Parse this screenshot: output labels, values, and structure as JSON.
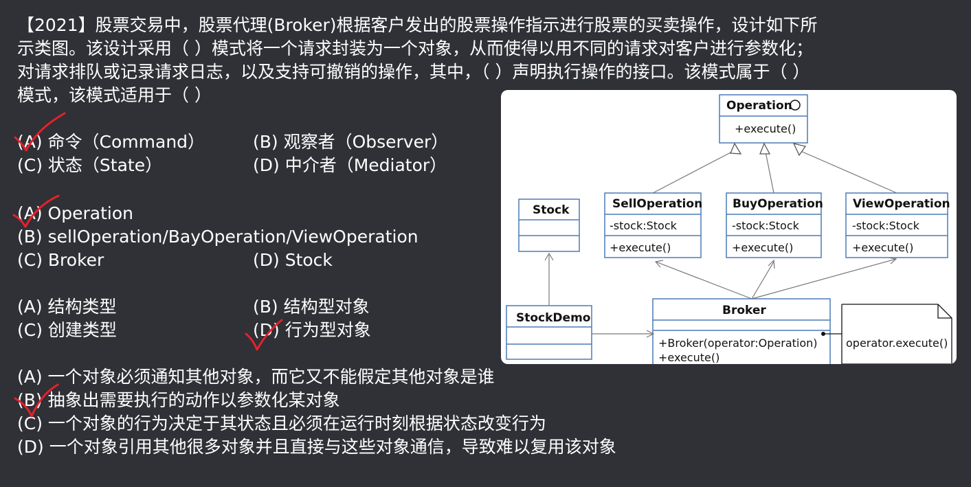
{
  "question": {
    "lines": [
      "【2021】股票交易中，股票代理(Broker)根据客户发出的股票操作指示进行股票的买卖操作，设计如下所",
      "示类图。该设计采用（  ）模式将一个请求封装为一个对象，从而使得以用不同的请求对客户进行参数化；",
      "对请求排队或记录请求日志，以及支持可撤销的操作，其中，（  ）声明执行操作的接口。该模式属于（  ）",
      "模式，该模式适用于（  ）"
    ]
  },
  "q1": {
    "a": "(A) 命令（Command）",
    "b": "(B) 观察者（Observer）",
    "c": "(C) 状态（State）",
    "d": "(D) 中介者（Mediator）"
  },
  "q2": {
    "a": "(A) Operation",
    "b": "(B) sellOperation/BayOperation/ViewOperation",
    "c": "(C) Broker",
    "d": "(D) Stock"
  },
  "q3": {
    "a": "(A) 结构类型",
    "b": "(B) 结构型对象",
    "c": "(C) 创建类型",
    "d": "(D) 行为型对象"
  },
  "q4": {
    "a": "(A) 一个对象必须通知其他对象，而它又不能假定其他对象是谁",
    "b": "(B) 抽象出需要执行的动作以参数化某对象",
    "c": "(C) 一个对象的行为决定于其状态且必须在运行时刻根据状态改变行为",
    "d": "(D) 一个对象引用其他很多对象并且直接与这些对象通信，导致难以复用该对象"
  },
  "diagram": {
    "operation": {
      "name": "Operation",
      "method": "+execute()"
    },
    "sell": {
      "name": "SellOperation",
      "attr": "-stock:Stock",
      "method": "+execute()"
    },
    "buy": {
      "name": "BuyOperation",
      "attr": "-stock:Stock",
      "method": "+execute()"
    },
    "view": {
      "name": "ViewOperation",
      "attr": "-stock:Stock",
      "method": "+execute()"
    },
    "stock": {
      "name": "Stock"
    },
    "stockdemo": {
      "name": "StockDemo"
    },
    "broker": {
      "name": "Broker",
      "method1": "+Broker(operator:Operation)",
      "method2": "+execute()"
    },
    "note": {
      "text": "operator.execute()"
    }
  },
  "colors": {
    "background": "#2f3136",
    "check_mark": "#e8202a",
    "uml_border": "#4a7ab5"
  }
}
